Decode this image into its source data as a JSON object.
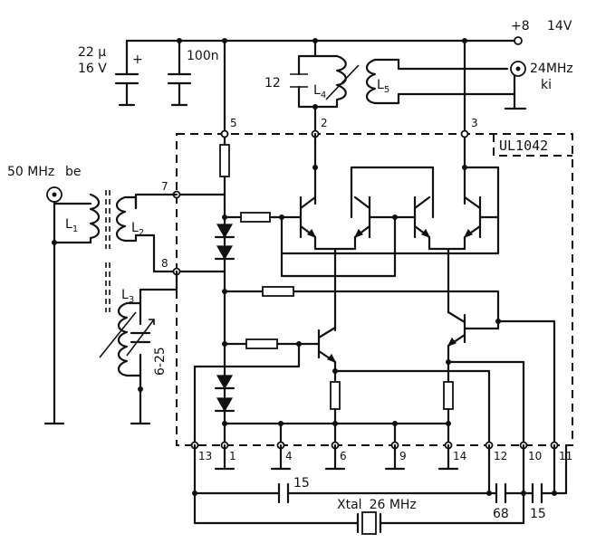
{
  "chip_label": "UL1042",
  "supply": {
    "plus": "+8",
    "value": "14V"
  },
  "input": {
    "freq": "50 MHz",
    "mark": "be"
  },
  "output": {
    "freq": "24MHz",
    "mark": "ki"
  },
  "components": {
    "c_electrolytic_value": "22 μ",
    "c_electrolytic_voltage": "16 V",
    "c_decoupling": "100n",
    "c_tank": "12",
    "c_15_left": "15",
    "c_68": "68",
    "c_15_right": "15",
    "trimmer": "6-25",
    "crystal_prefix": "Xtal",
    "crystal_freq": "26 MHz"
  },
  "inductors": {
    "l1": "L",
    "l1_sub": "1",
    "l2": "L",
    "l2_sub": "2",
    "l3": "L",
    "l3_sub": "3",
    "l4": "L",
    "l4_sub": "4",
    "l5": "L",
    "l5_sub": "5"
  },
  "pins": {
    "p5": "5",
    "p2": "2",
    "p3": "3",
    "p7": "7",
    "p8": "8",
    "p13": "13",
    "p1": "1",
    "p4": "4",
    "p6": "6",
    "p9": "9",
    "p14": "14",
    "p12": "12",
    "p10": "10",
    "p11": "11"
  }
}
